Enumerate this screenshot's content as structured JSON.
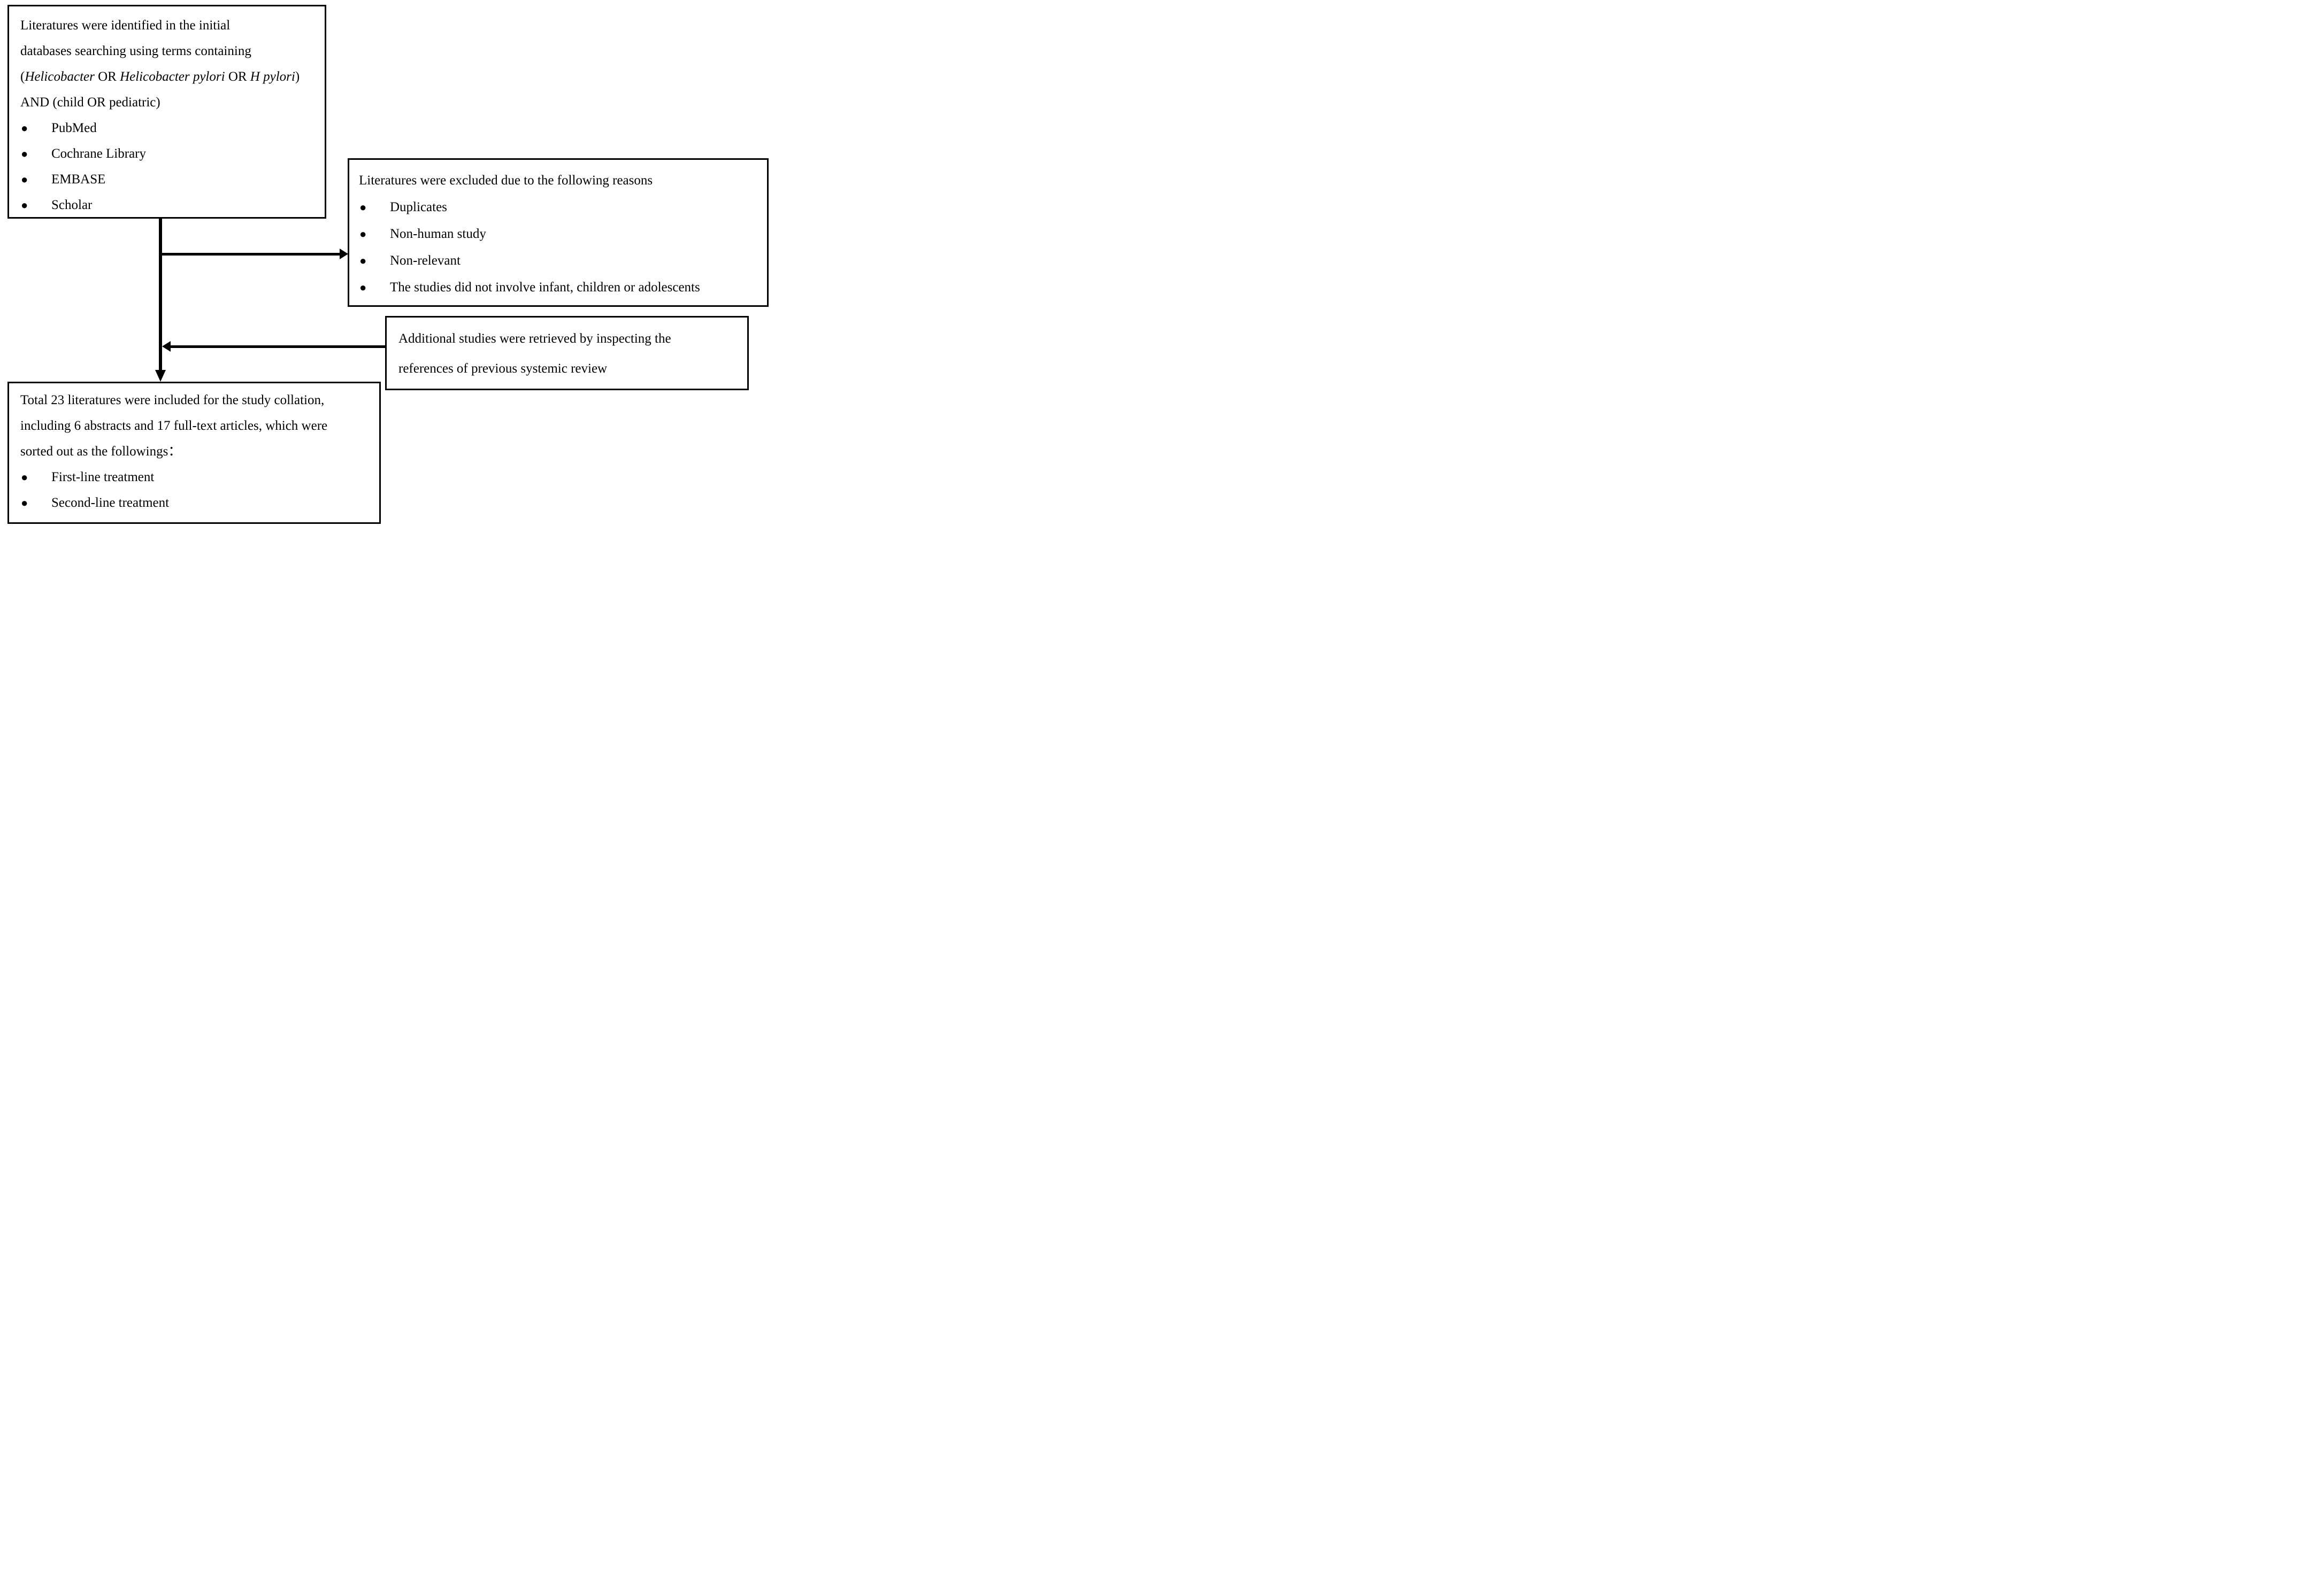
{
  "colors": {
    "ink": "#000000",
    "paper": "#ffffff"
  },
  "glyphs": {
    "bullet": "●"
  },
  "identification_box": {
    "line1": "Literatures were identified in the initial",
    "line2": "databases searching using terms containing",
    "line3": {
      "open": "(",
      "italic1": "Helicobacter",
      "sep1": " OR ",
      "italic2": "Helicobacter pylori",
      "sep2": " OR ",
      "italic3": "H pylori",
      "close": ")"
    },
    "line4": "AND (child OR pediatric)",
    "bullets": [
      "PubMed",
      "Cochrane Library",
      "EMBASE",
      "Scholar"
    ]
  },
  "exclusion_box": {
    "title": "Literatures were excluded due to the following reasons",
    "bullets": [
      "Duplicates",
      "Non-human study",
      "Non-relevant",
      "The studies did not involve infant, children or adolescents"
    ]
  },
  "additional_box": {
    "line1": "Additional studies were retrieved by inspecting the",
    "line2": "references of previous systemic review"
  },
  "inclusion_box": {
    "line1": "Total 23 literatures were included for the study collation,",
    "line2": "including 6 abstracts and 17 full-text articles, which were",
    "line3": "sorted out as the followings：",
    "bullets": [
      "First-line treatment",
      "Second-line treatment"
    ]
  }
}
